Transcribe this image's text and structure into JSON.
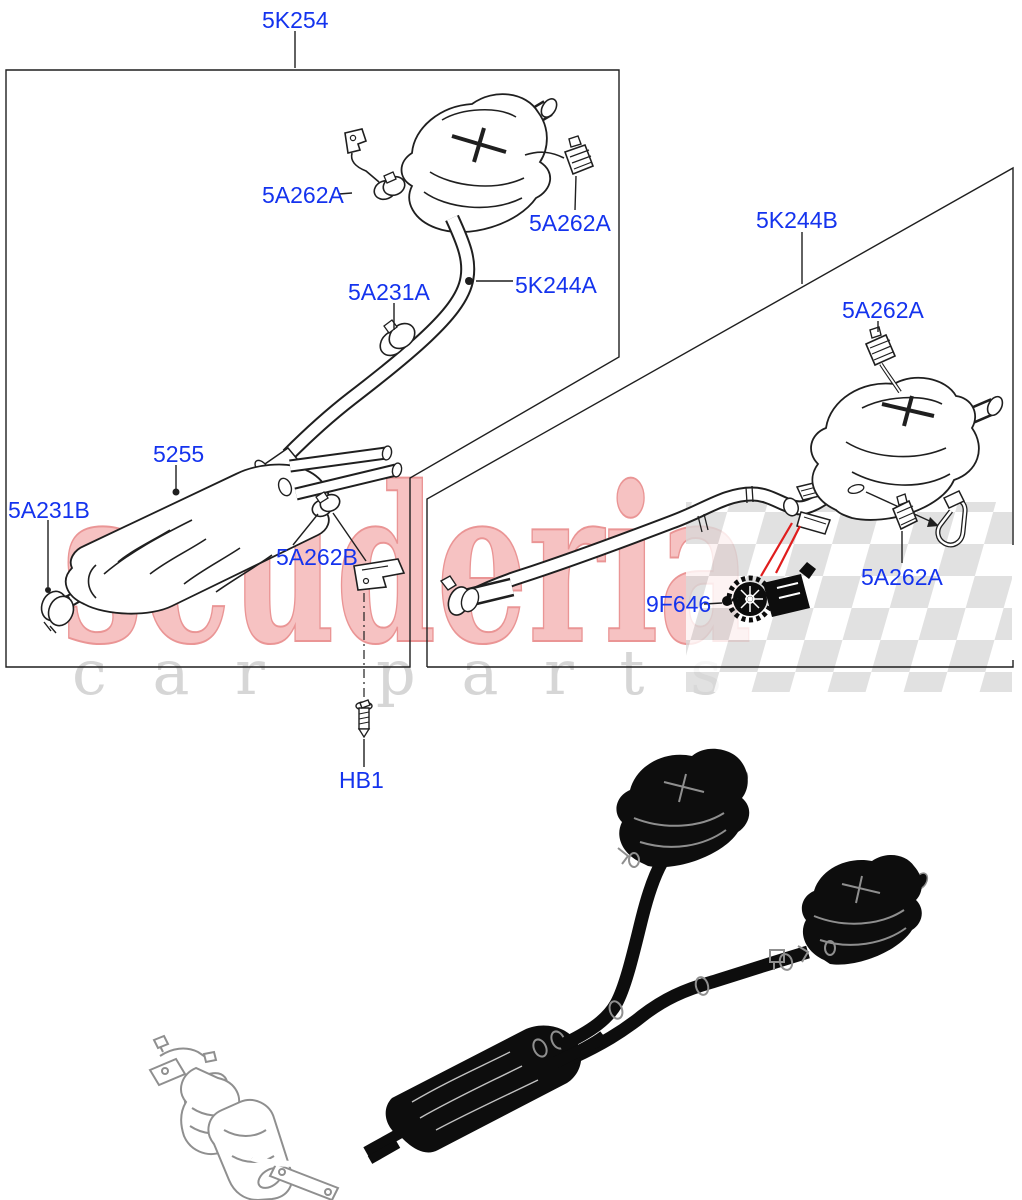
{
  "watermark": {
    "brand": "scuderia",
    "tagline": "car parts",
    "brand_fill": "#f6c2c2",
    "brand_stroke": "#ea9595",
    "tagline_color": "#d6d6d6",
    "flag_checker_color": "#d9d9d9"
  },
  "colors": {
    "label_blue": "#1433ee",
    "line_black": "#1f1f1f",
    "silhouette_black": "#0d0d0d",
    "detail_gray": "#8f8f8f",
    "red_leader": "#e01d1d",
    "background": "#ffffff"
  },
  "labels": [
    {
      "text": "5K254",
      "meaning": "exhaust-assembly-callout-left-panel"
    },
    {
      "text": "5A262A",
      "meaning": "clamp-callout-top-left"
    },
    {
      "text": "5A262A",
      "meaning": "clamp-callout-top-right-of-left-muffler"
    },
    {
      "text": "5K244B",
      "meaning": "exhaust-assembly-callout-right-panel"
    },
    {
      "text": "5A231A",
      "meaning": "clamp-callout-mid-pipe"
    },
    {
      "text": "5K244A",
      "meaning": "rear-pipe-callout"
    },
    {
      "text": "5A262A",
      "meaning": "clamp-callout-right-panel-top"
    },
    {
      "text": "5255",
      "meaning": "centre-silencer-callout"
    },
    {
      "text": "5A231B",
      "meaning": "clamp-callout-centre-silencer"
    },
    {
      "text": "5A262B",
      "meaning": "clamp-callout-below-centre"
    },
    {
      "text": "5A262A",
      "meaning": "clamp-callout-right-panel-bottom"
    },
    {
      "text": "9F646",
      "meaning": "exhaust-valve-actuator-callout"
    },
    {
      "text": "HB1",
      "meaning": "bolt-callout"
    }
  ]
}
